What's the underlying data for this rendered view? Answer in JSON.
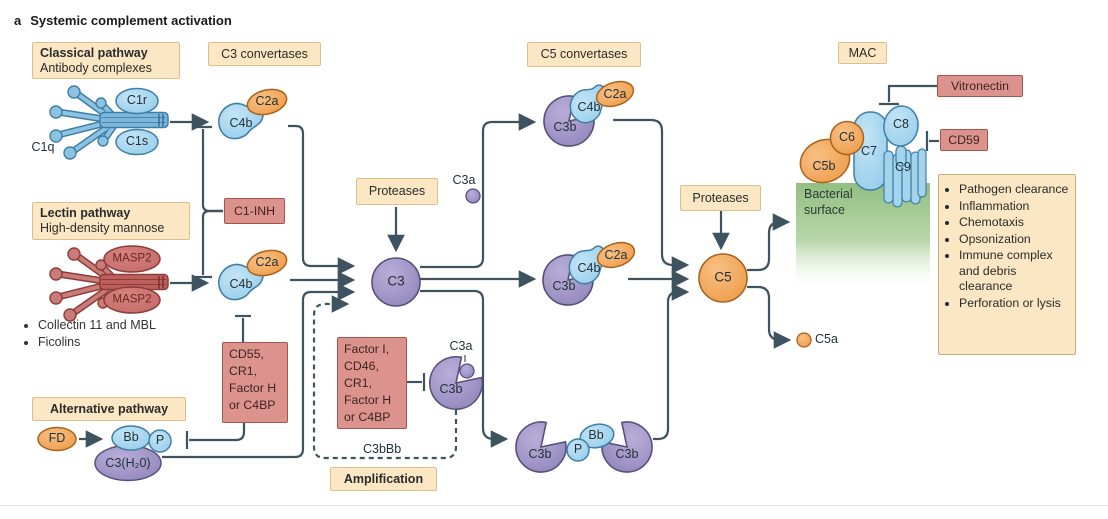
{
  "title": {
    "panel": "a",
    "text": "Systemic complement activation"
  },
  "colors": {
    "line": "#3e5360",
    "cream_box": "#fbe7c3",
    "red_box": "#dd938d",
    "blue_shape": "#a6d8f1",
    "orange_shape": "#f2a358",
    "purple_shape": "#9a8dc0",
    "lectin_red": "#cb7370",
    "green_surface": "#92bf82"
  },
  "pathways": {
    "classical": {
      "title": "Classical pathway",
      "subtitle": "Antibody complexes"
    },
    "lectin": {
      "title": "Lectin pathway",
      "subtitle": "High-density mannose",
      "bullets": [
        "Collectin 11 and MBL",
        "Ficolins"
      ]
    },
    "alternative": {
      "title": "Alternative pathway"
    }
  },
  "stages": {
    "c3_convertases": "C3 convertases",
    "c5_convertases": "C5 convertases",
    "mac": "MAC",
    "amplification": "Amplification",
    "proteases_left": "Proteases",
    "proteases_right": "Proteases",
    "c3bbb": "C3bBb"
  },
  "inhibitors": {
    "c1_inh": "C1-INH",
    "cd55_group": "CD55,\nCR1,\nFactor H\nor C4BP",
    "factor_i_group": "Factor I,\nCD46,\nCR1,\nFactor H\nor C4BP",
    "vitronectin": "Vitronectin",
    "cd59": "CD59"
  },
  "molecules": {
    "c1q": "C1q",
    "c1r": "C1r",
    "c1s": "C1s",
    "masp2_top": "MASP2",
    "masp2_bottom": "MASP2",
    "fd": "FD",
    "bb_alt": "Bb",
    "p_alt": "P",
    "c3h2o": "C3(H₂0)",
    "c4b_classical": "C4b",
    "c2a_classical": "C2a",
    "c4b_lectin": "C4b",
    "c2a_lectin": "C2a",
    "c3": "C3",
    "c3a_top": "C3a",
    "c3a_amp": "C3a",
    "c3b_amp": "C3b",
    "c3b_conv_top": "C3b",
    "c4b_conv_top": "C4b",
    "c2a_conv_top": "C2a",
    "c3b_conv_mid": "C3b",
    "c4b_conv_mid": "C4b",
    "c2a_conv_mid": "C2a",
    "c3b_bottom_left": "C3b",
    "p_bottom": "P",
    "bb_bottom": "Bb",
    "c3b_bottom_right": "C3b",
    "c5": "C5",
    "c5a": "C5a",
    "c5b": "C5b",
    "c6": "C6",
    "c7": "C7",
    "c8": "C8",
    "c9": "C9"
  },
  "surface": {
    "label": "Bacterial\nsurface"
  },
  "outcomes": [
    "Pathogen clearance",
    "Inflammation",
    "Chemotaxis",
    "Opsonization",
    "Immune complex and debris clearance",
    "Perforation or lysis"
  ]
}
